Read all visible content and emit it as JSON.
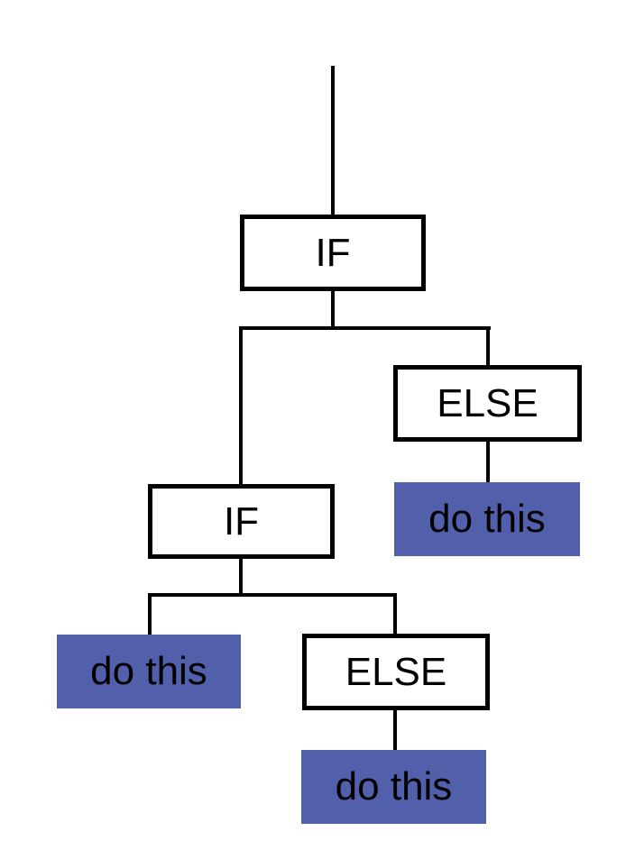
{
  "colors": {
    "action_fill": "#525fab",
    "line": "#000000",
    "decision_fill": "#ffffff"
  },
  "nodes": {
    "if_top": "IF",
    "else_top": "ELSE",
    "action_else_top": "do this",
    "if_nested": "IF",
    "action_if_nested": "do this",
    "else_nested": "ELSE",
    "action_else_nested": "do this"
  }
}
